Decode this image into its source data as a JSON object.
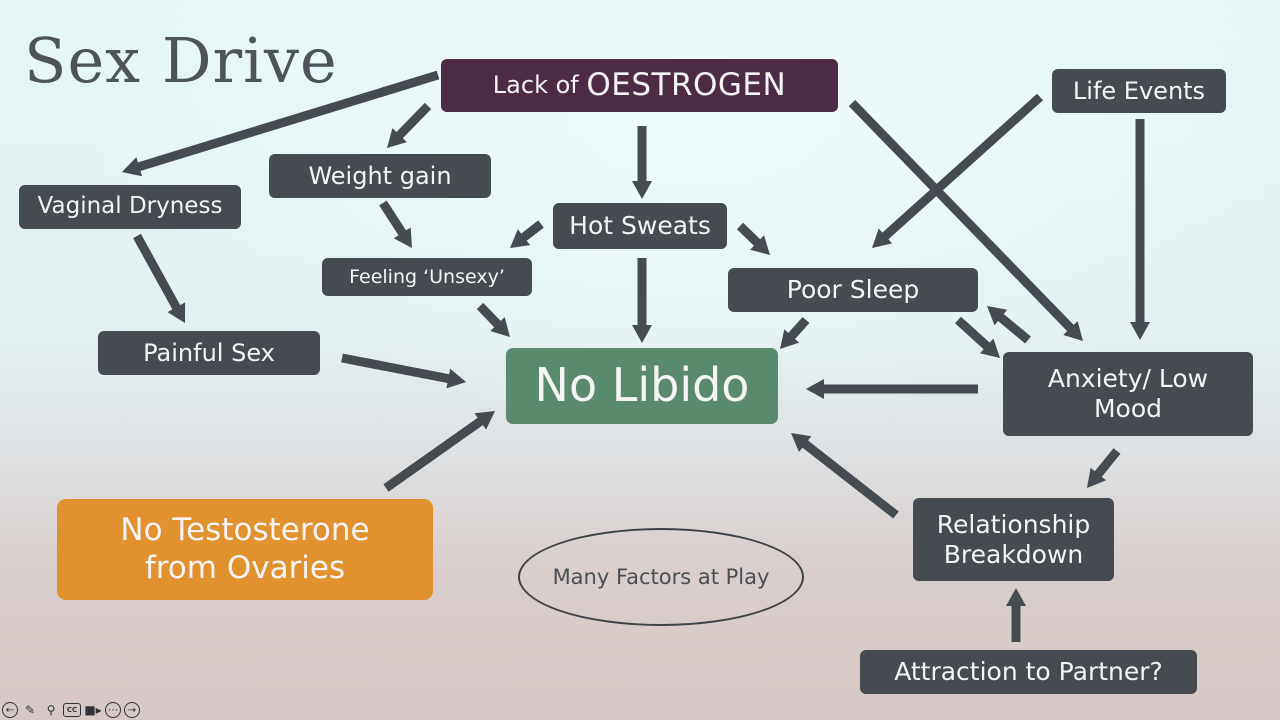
{
  "slide": {
    "title": "Sex Drive"
  },
  "nodes": {
    "lack_prefix": "Lack of ",
    "lack_emphasis": "OESTROGEN",
    "life_events": "Life Events",
    "weight_gain": "Weight gain",
    "vaginal_dryness": "Vaginal Dryness",
    "hot_sweats": "Hot Sweats",
    "feeling_unsexy": "Feeling ‘Unsexy’",
    "poor_sleep": "Poor Sleep",
    "painful_sex": "Painful Sex",
    "no_libido": "No Libido",
    "anxiety_line1": "Anxiety/ Low",
    "anxiety_line2": "Mood",
    "no_testosterone_line1": "No Testosterone",
    "no_testosterone_line2": "from Ovaries",
    "many_factors": "Many Factors at Play",
    "relationship_line1": "Relationship",
    "relationship_line2": "Breakdown",
    "attraction": "Attraction to Partner?"
  },
  "toolbar": {
    "icons": [
      "back-icon",
      "pen-icon",
      "zoom-icon",
      "captions-icon",
      "camera-icon",
      "more-icon",
      "forward-icon"
    ]
  },
  "colors": {
    "box": "#454b51",
    "oestrogen": "#4e2b45",
    "no_libido": "#5a8a6e",
    "no_testosterone": "#e1922f",
    "arrow": "#454b51"
  }
}
